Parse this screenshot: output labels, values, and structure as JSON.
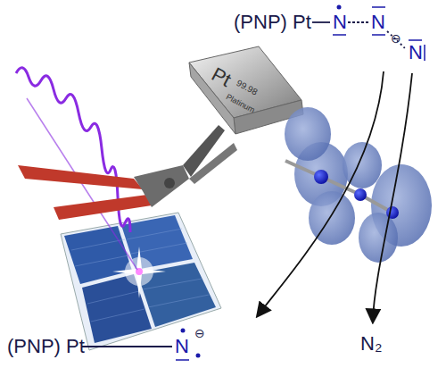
{
  "diagram": {
    "labels": [
      "(PNP) Pt",
      "N",
      "N",
      "N",
      "⊖",
      "Pt",
      "99.98",
      "Platinum",
      "(PNP) Pt",
      "N",
      "⊖",
      "N₂"
    ]
  }
}
